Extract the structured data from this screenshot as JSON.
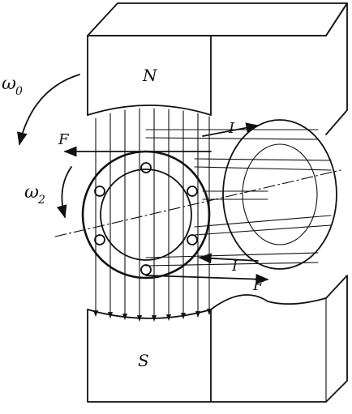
{
  "labels": {
    "north_pole": "N",
    "south_pole": "S",
    "omega_0": "ω",
    "omega_0_sub": "0",
    "omega_2": "ω",
    "omega_2_sub": "2",
    "force_top": "F",
    "force_bottom": "F",
    "current_top": "I",
    "current_bottom": "I"
  }
}
